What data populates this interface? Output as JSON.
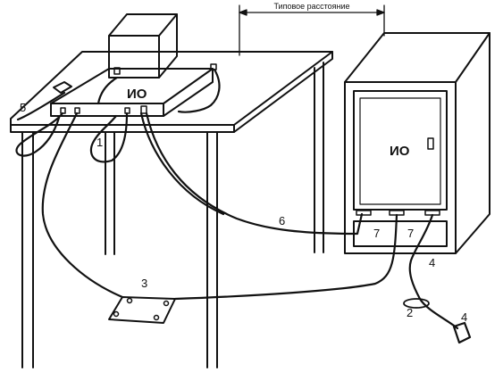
{
  "dimension_label": "Типовое расстояние",
  "tabletop_device_label": "ИО",
  "floor_device_label": "ИО",
  "callouts": {
    "c1": "1",
    "c2": "2",
    "c3": "3",
    "c4a": "4",
    "c4b": "4",
    "c5": "5",
    "c6": "6",
    "c7a": "7",
    "c7b": "7"
  },
  "colors": {
    "ink": "#111111",
    "background": "#ffffff"
  }
}
